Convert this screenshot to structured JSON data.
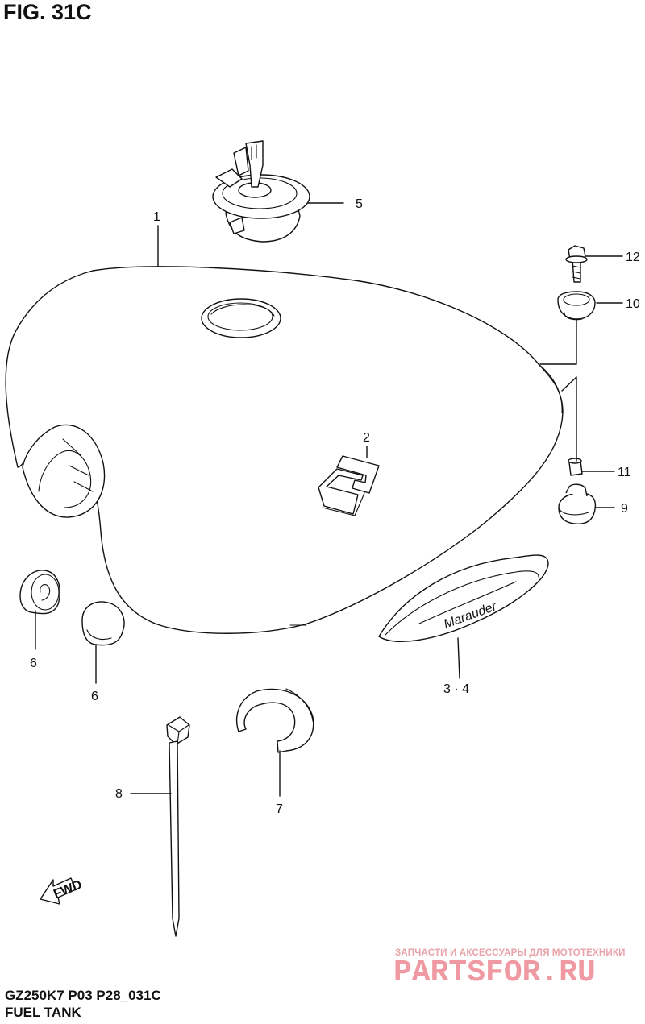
{
  "figure": {
    "title": "FIG. 31C",
    "model_code": "GZ250K7 P03 P28_031C",
    "section_name": "FUEL TANK"
  },
  "callouts": {
    "p1": "1",
    "p2": "2",
    "p34": "3 · 4",
    "p5": "5",
    "p6a": "6",
    "p6b": "6",
    "p7": "7",
    "p8": "8",
    "p9": "9",
    "p10": "10",
    "p11": "11",
    "p12": "12"
  },
  "fwd_arrow": {
    "label": "FWD"
  },
  "emblem_script": "Marauder",
  "watermark": {
    "subtitle": "ЗАПЧАСТИ И АКСЕССУАРЫ ДЛЯ МОТОТЕХНИКИ",
    "brand": "PARTSFOR.RU",
    "color": "#ef9aa2"
  }
}
